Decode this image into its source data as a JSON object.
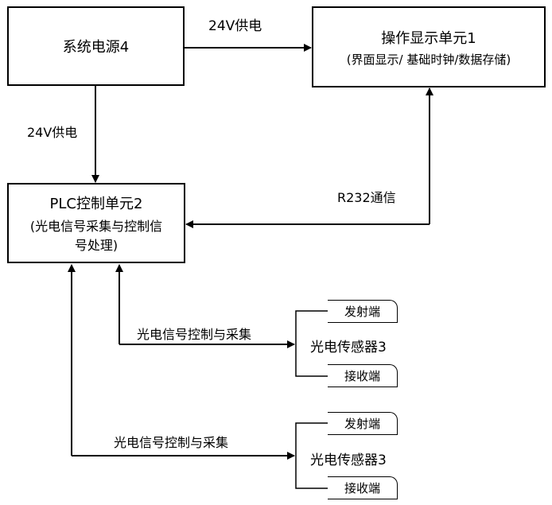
{
  "power_unit": {
    "label": "系统电源4"
  },
  "operation_unit": {
    "title": "操作显示单元1",
    "subtitle": "(界面显示/ 基础时钟/数据存储)"
  },
  "plc_unit": {
    "title": "PLC控制单元2",
    "subtitle_line1": "(光电信号采集与控制信",
    "subtitle_line2": "号处理)"
  },
  "connections": {
    "power_to_operation": "24V供电",
    "power_to_plc": "24V供电",
    "operation_to_plc": "R232通信",
    "sensor1_link": "光电信号控制与采集",
    "sensor2_link": "光电信号控制与采集"
  },
  "sensors": [
    {
      "label": "光电传感器3",
      "emitter": "发射端",
      "receiver": "接收端"
    },
    {
      "label": "光电传感器3",
      "emitter": "发射端",
      "receiver": "接收端"
    }
  ]
}
